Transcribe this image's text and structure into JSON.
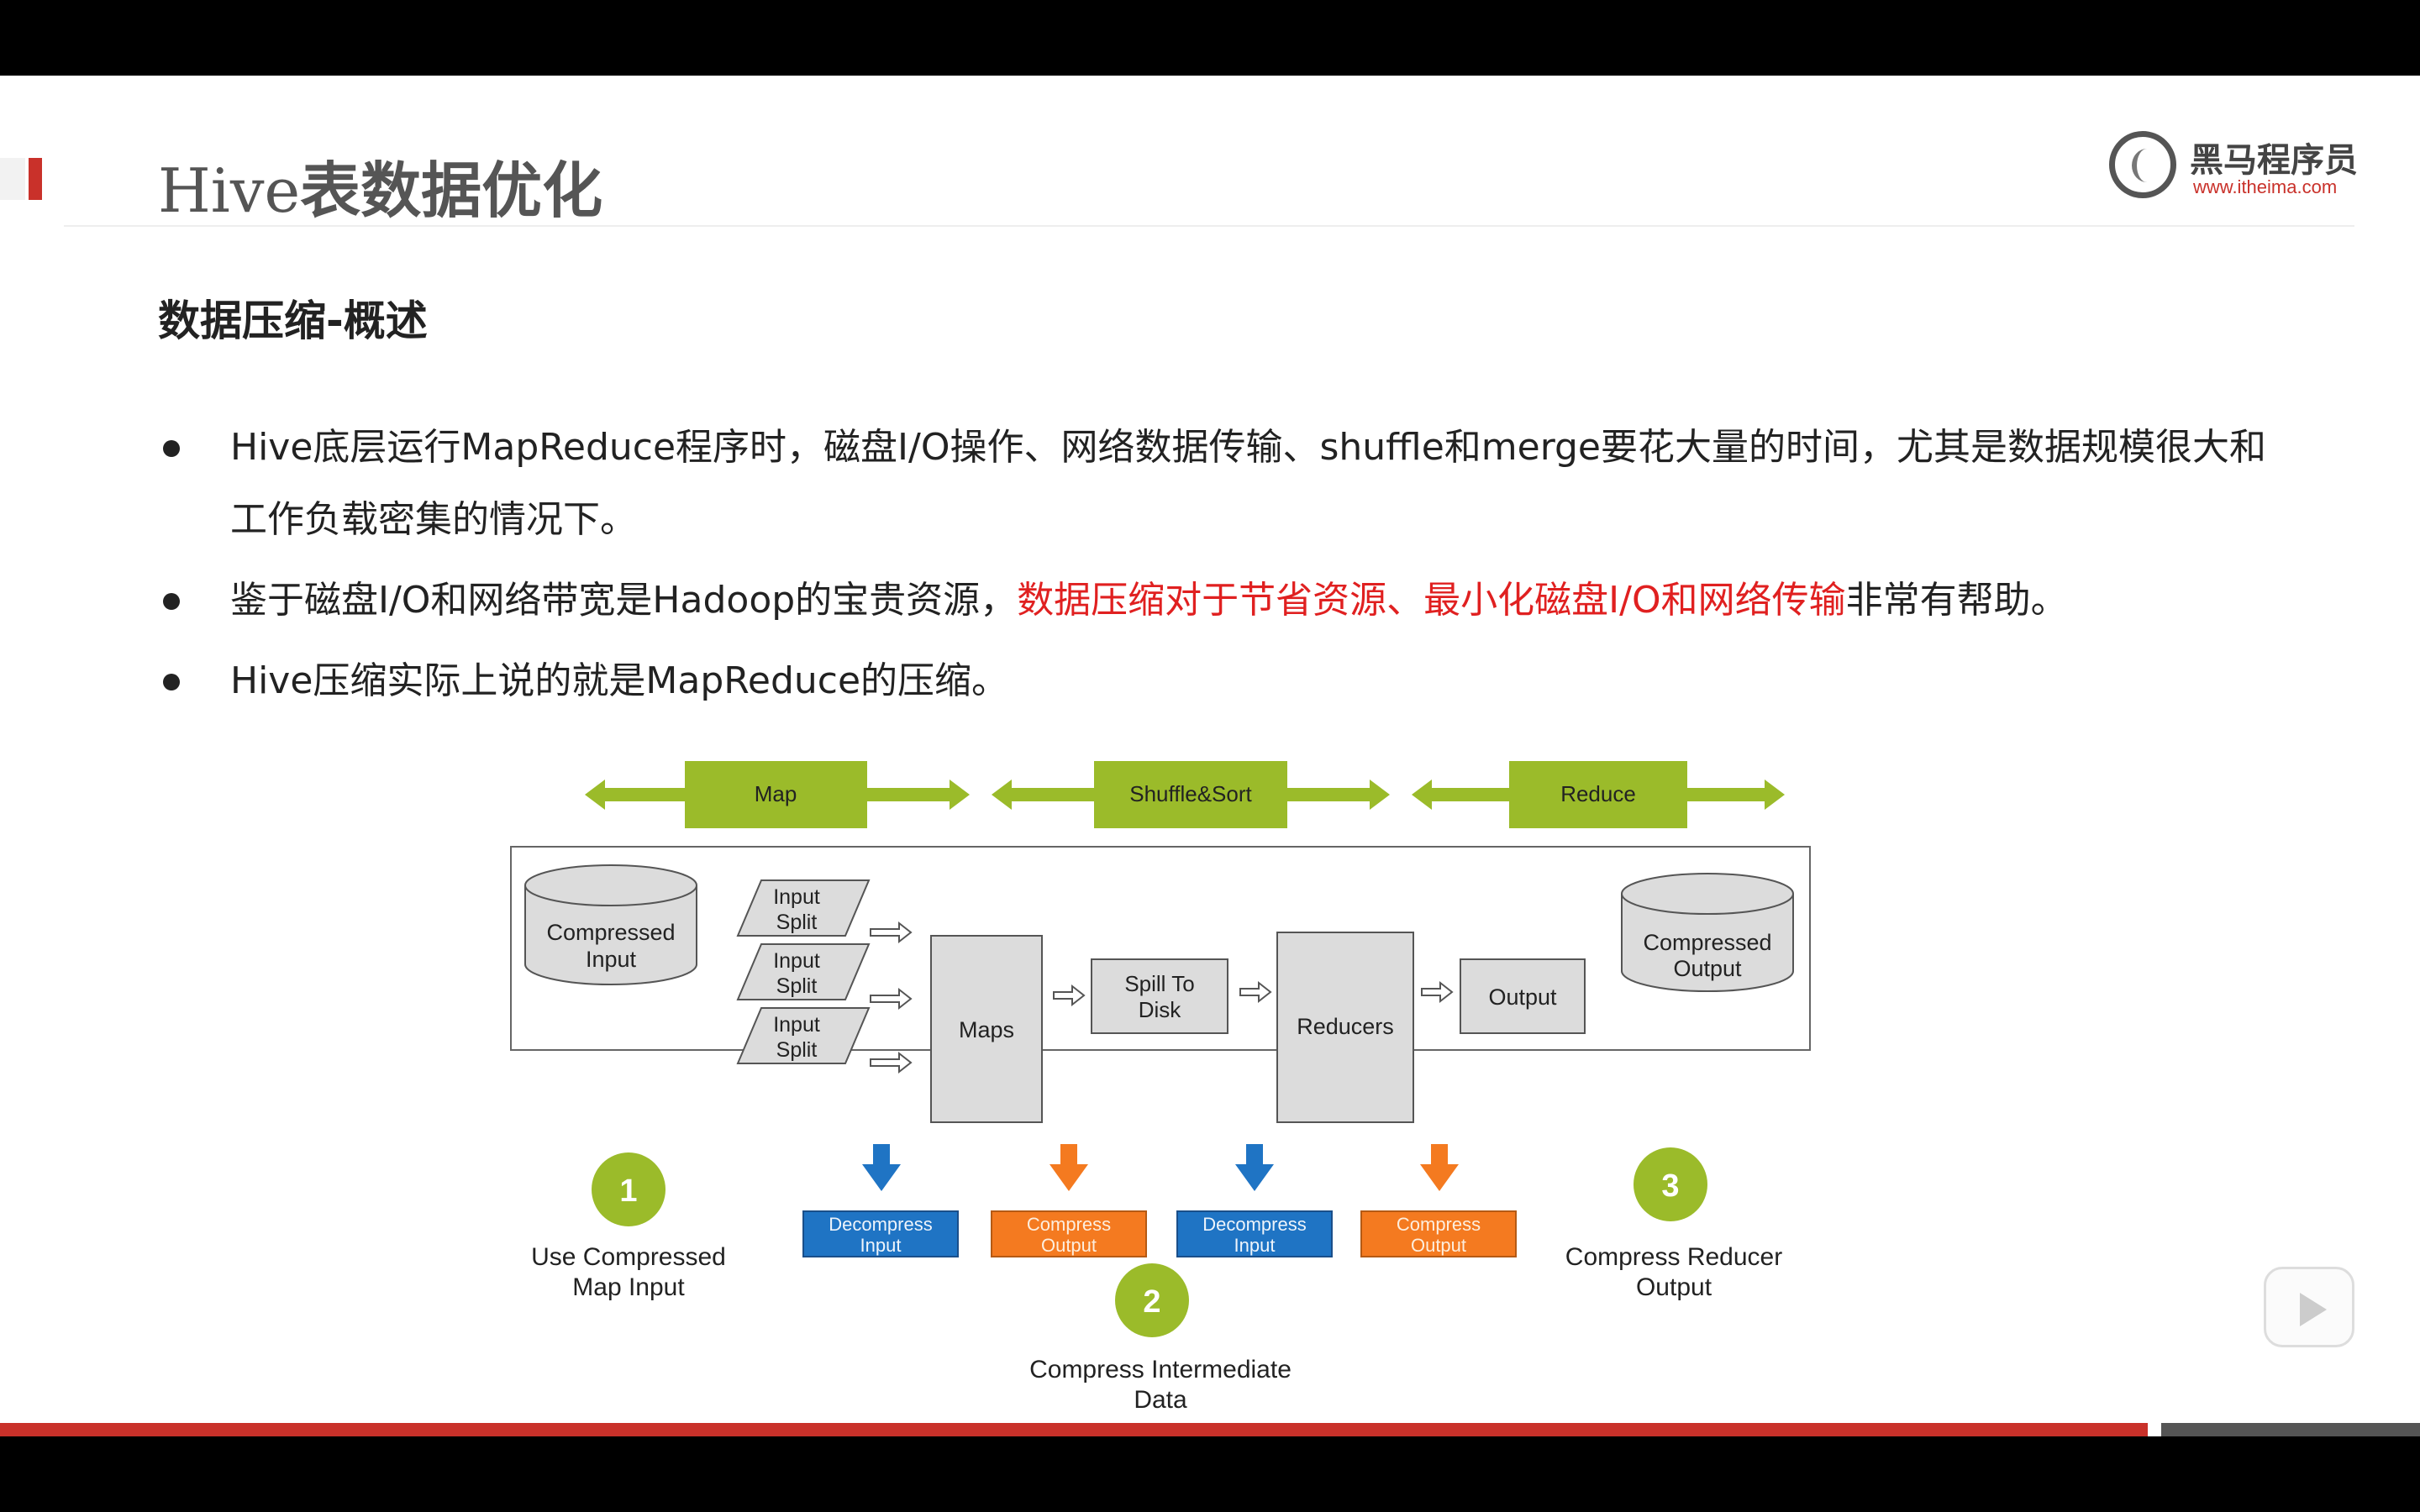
{
  "slide": {
    "title_prefix": "Hive",
    "title_cn": "表数据优化",
    "logo_text": "黑马程序员",
    "logo_url": "www.itheima.com",
    "section_heading": "数据压缩-概述"
  },
  "bullets": [
    {
      "text": "Hive底层运行MapReduce程序时，磁盘I/O操作、网络数据传输、shuffle和merge要花大量的时间，尤其是数据规模很大和工作负载密集的情况下。"
    },
    {
      "pre": "鉴于磁盘I/O和网络带宽是Hadoop的宝贵资源，",
      "highlight": "数据压缩对于节省资源、最小化磁盘I/O和网络传输",
      "post": "非常有帮助。"
    },
    {
      "text": "Hive压缩实际上说的就是MapReduce的压缩。"
    }
  ],
  "diagram": {
    "phases": [
      "Map",
      "Shuffle&Sort",
      "Reduce"
    ],
    "compressed_input": [
      "Compressed",
      "Input"
    ],
    "input_split": [
      "Input",
      "Split"
    ],
    "maps": "Maps",
    "spill": [
      "Spill To",
      "Disk"
    ],
    "reducers": "Reducers",
    "output": "Output",
    "compressed_output": [
      "Compressed",
      "Output"
    ],
    "boxes": [
      {
        "lines": [
          "Decompress",
          "Input"
        ],
        "color": "#1f74c4"
      },
      {
        "lines": [
          "Compress",
          "Output"
        ],
        "color": "#f47a20"
      },
      {
        "lines": [
          "Decompress",
          "Input"
        ],
        "color": "#1f74c4"
      },
      {
        "lines": [
          "Compress",
          "Output"
        ],
        "color": "#f47a20"
      }
    ],
    "steps": [
      {
        "num": "1",
        "lines": [
          "Use Compressed",
          "Map Input"
        ]
      },
      {
        "num": "2",
        "lines": [
          "Compress Intermediate",
          "Data"
        ]
      },
      {
        "num": "3",
        "lines": [
          "Compress Reducer",
          "Output"
        ]
      }
    ],
    "colors": {
      "green": "#9bbb2a",
      "blue": "#1f74c4",
      "orange": "#f47a20",
      "gray": "#dcdcdc"
    }
  },
  "icons": {
    "logo": "horse-logo-icon",
    "player": "play-icon"
  }
}
